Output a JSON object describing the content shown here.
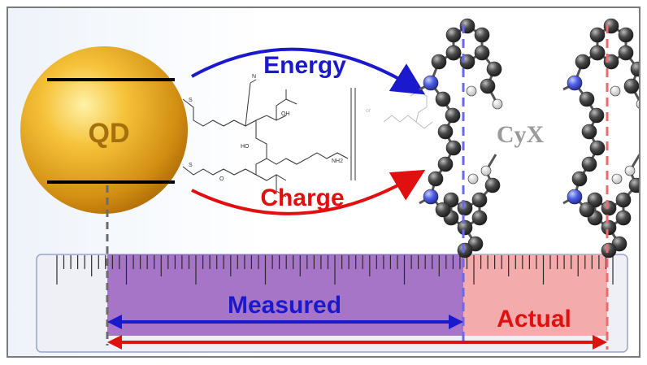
{
  "labels": {
    "qd": "QD",
    "energy": "Energy",
    "charge": "Charge",
    "cyx": "CyX",
    "measured": "Measured",
    "actual": "Actual",
    "chem_small": "or"
  },
  "colors": {
    "energy": "#1a1acc",
    "charge": "#e01010",
    "measured_region": "#9a5fc0",
    "actual_region": "#f3a3a3",
    "qd_gold": "#e6a31a",
    "cyx_text": "#9a9a9a",
    "atom": "#3a3a3a",
    "nitrogen": "#4a5ae0"
  },
  "icons": [
    "quantum-dot-sphere",
    "ligand-structure",
    "cyanine-dye-molecule",
    "ruler"
  ]
}
